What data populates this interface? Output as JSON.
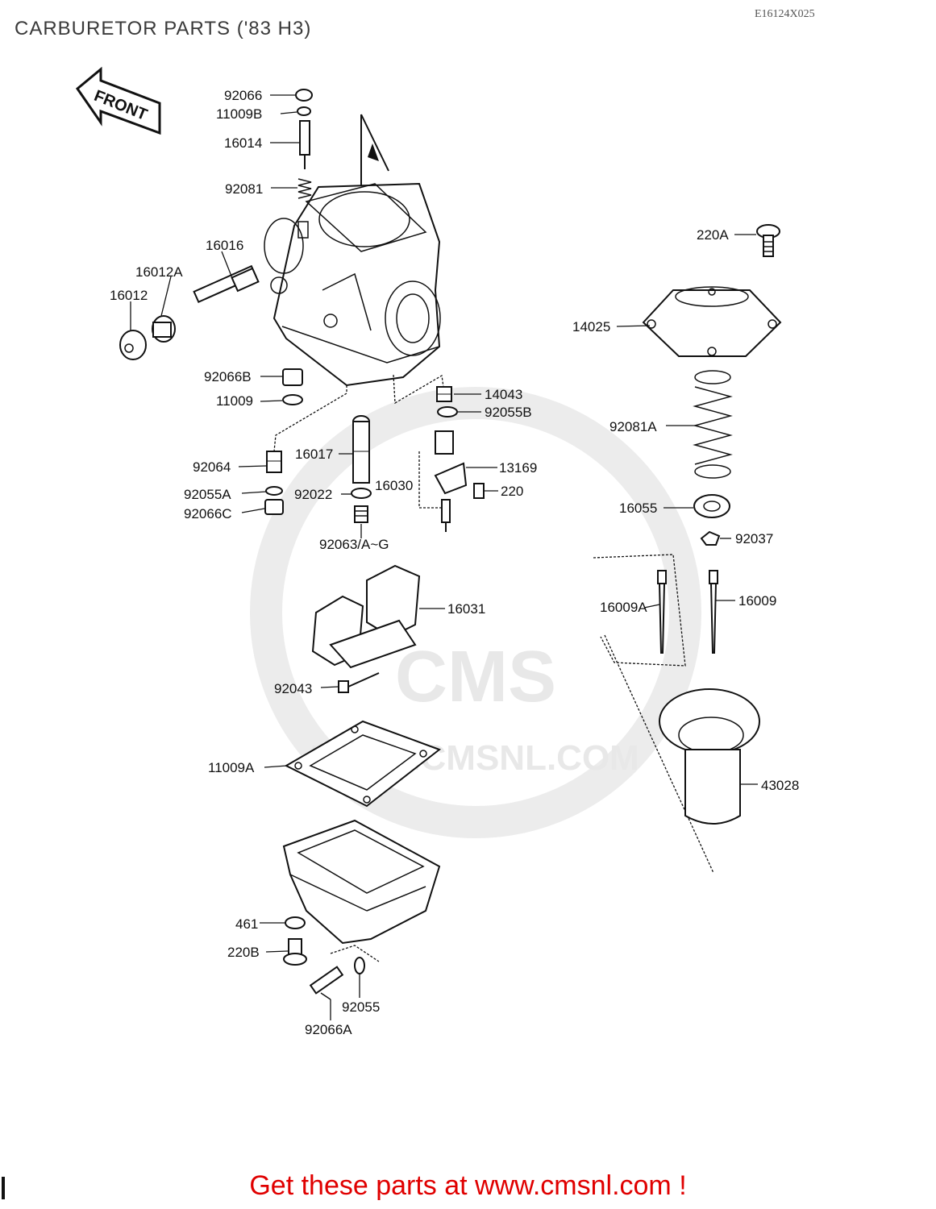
{
  "header": {
    "title": "CARBURETOR PARTS ('83 H3)",
    "code": "E16124X025"
  },
  "front_arrow": {
    "label": "FRONT"
  },
  "watermark": {
    "brand": "CMS",
    "url": "WWW.CMSNL.COM"
  },
  "labels": {
    "p92066": "92066",
    "p11009B": "11009B",
    "p16014": "16014",
    "p92081": "92081",
    "p16016": "16016",
    "p16012A": "16012A",
    "p16012": "16012",
    "p92066B": "92066B",
    "p11009": "11009",
    "p14043": "14043",
    "p92055B": "92055B",
    "p16017": "16017",
    "p92064": "92064",
    "p13169": "13169",
    "p16030": "16030",
    "p220": "220",
    "p92022": "92022",
    "p92055A": "92055A",
    "p92066C": "92066C",
    "p92063": "92063/A~G",
    "p16031": "16031",
    "p92043": "92043",
    "p11009A": "11009A",
    "p461": "461",
    "p220B": "220B",
    "p92055": "92055",
    "p92066A": "92066A",
    "p220A": "220A",
    "p14025": "14025",
    "p92081A": "92081A",
    "p16055": "16055",
    "p92037": "92037",
    "p16009A": "16009A",
    "p16009": "16009",
    "p43028": "43028"
  },
  "footer": {
    "text": "Get these parts at www.cmsnl.com !"
  },
  "colors": {
    "footer": "#e00000",
    "line": "#111111",
    "watermark": "#e6e6e6"
  }
}
